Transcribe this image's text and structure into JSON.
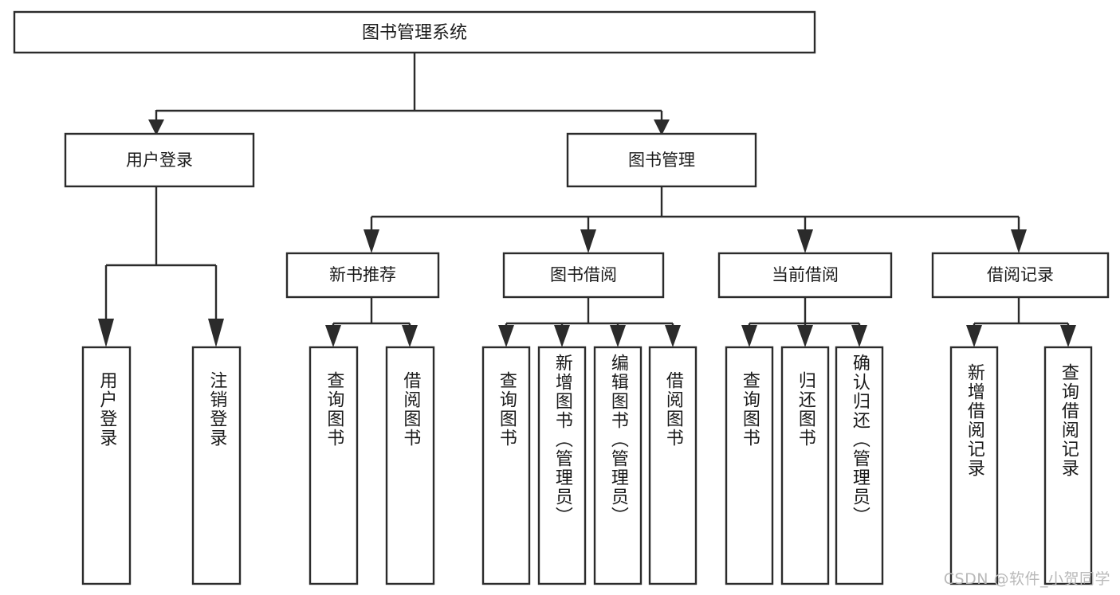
{
  "diagram": {
    "title": "图书管理系统",
    "watermark": "CSDN @软件_小贺同学",
    "colors": {
      "stroke": "#2b2b2b",
      "box_fill": "#ffffff",
      "text": "#1a1a1a",
      "background": "#ffffff",
      "watermark": "#b9b9b9"
    }
  },
  "chart_data": {
    "type": "diagram",
    "subtype": "tree",
    "title": "图书管理系统",
    "orientation": "top-down",
    "levels": 4,
    "root": {
      "label": "图书管理系统",
      "children": [
        {
          "label": "用户登录",
          "children": [
            {
              "label": "用户登录"
            },
            {
              "label": "注销登录"
            }
          ]
        },
        {
          "label": "图书管理",
          "children": [
            {
              "label": "新书推荐",
              "children": [
                {
                  "label": "查询图书"
                },
                {
                  "label": "借阅图书"
                }
              ]
            },
            {
              "label": "图书借阅",
              "children": [
                {
                  "label": "查询图书"
                },
                {
                  "label": "新增图书（管理员）"
                },
                {
                  "label": "编辑图书（管理员）"
                },
                {
                  "label": "借阅图书"
                }
              ]
            },
            {
              "label": "当前借阅",
              "children": [
                {
                  "label": "查询图书"
                },
                {
                  "label": "归还图书"
                },
                {
                  "label": "确认归还（管理员）"
                }
              ]
            },
            {
              "label": "借阅记录",
              "children": [
                {
                  "label": "新增借阅记录"
                },
                {
                  "label": "查询借阅记录"
                }
              ]
            }
          ]
        }
      ]
    }
  },
  "nodes": {
    "root": {
      "label": "图书管理系统"
    },
    "user_login": {
      "label": "用户登录"
    },
    "book_manage": {
      "label": "图书管理"
    },
    "new_book_rec": {
      "label": "新书推荐"
    },
    "book_borrow": {
      "label": "图书借阅"
    },
    "current_borrow": {
      "label": "当前借阅"
    },
    "borrow_record": {
      "label": "借阅记录"
    },
    "leaf_1": {
      "label": "用户登录"
    },
    "leaf_2": {
      "label": "注销登录"
    },
    "leaf_3": {
      "label": "查询图书"
    },
    "leaf_4": {
      "label": "借阅图书"
    },
    "leaf_5": {
      "label": "查询图书"
    },
    "leaf_6": {
      "label": "新增图书（管理员）"
    },
    "leaf_7": {
      "label": "编辑图书（管理员）"
    },
    "leaf_8": {
      "label": "借阅图书"
    },
    "leaf_9": {
      "label": "查询图书"
    },
    "leaf_10": {
      "label": "归还图书"
    },
    "leaf_11": {
      "label": "确认归还（管理员）"
    },
    "leaf_12": {
      "label": "新增借阅记录"
    },
    "leaf_13": {
      "label": "查询借阅记录"
    }
  }
}
